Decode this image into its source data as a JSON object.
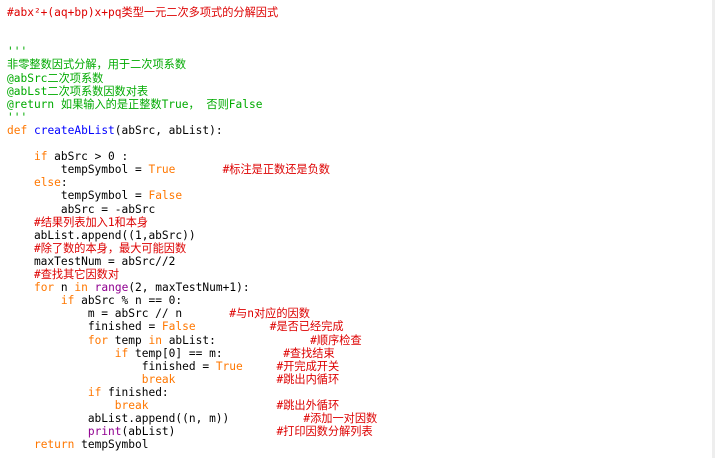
{
  "lines": [
    [
      {
        "t": "#abx²+(aq+bp)x+pq类型一元二次多项式的分解因式",
        "c": "comment"
      }
    ],
    [],
    [],
    [
      {
        "t": "'''",
        "c": "doc"
      }
    ],
    [
      {
        "t": "非零整数因式分解，用于二次项系数",
        "c": "doc"
      }
    ],
    [
      {
        "t": "@abSrc二次项系数",
        "c": "doc"
      }
    ],
    [
      {
        "t": "@abLst二次项系数因数对表",
        "c": "doc"
      }
    ],
    [
      {
        "t": "@return 如果输入的是正整数True， 否则False",
        "c": "doc"
      }
    ],
    [
      {
        "t": "'''",
        "c": "doc"
      }
    ],
    [
      {
        "t": "def",
        "c": "kw"
      },
      {
        "t": " "
      },
      {
        "t": "createAbList",
        "c": "name"
      },
      {
        "t": "(abSrc, abList):"
      }
    ],
    [],
    [
      {
        "t": "    "
      },
      {
        "t": "if",
        "c": "kw"
      },
      {
        "t": " abSrc > 0 :"
      }
    ],
    [
      {
        "t": "        tempSymbol = "
      },
      {
        "t": "True",
        "c": "kw"
      },
      {
        "t": "       "
      },
      {
        "t": "#标注是正数还是负数",
        "c": "comment"
      }
    ],
    [
      {
        "t": "    "
      },
      {
        "t": "else",
        "c": "kw"
      },
      {
        "t": ":"
      }
    ],
    [
      {
        "t": "        tempSymbol = "
      },
      {
        "t": "False",
        "c": "kw"
      }
    ],
    [
      {
        "t": "        abSrc = -abSrc"
      }
    ],
    [
      {
        "t": "    "
      },
      {
        "t": "#结果列表加入1和本身",
        "c": "comment"
      }
    ],
    [
      {
        "t": "    abList.append((1,abSrc))"
      }
    ],
    [
      {
        "t": "    "
      },
      {
        "t": "#除了数的本身，最大可能因数",
        "c": "comment"
      }
    ],
    [
      {
        "t": "    maxTestNum = abSrc//2"
      }
    ],
    [
      {
        "t": "    "
      },
      {
        "t": "#查找其它因数对",
        "c": "comment"
      }
    ],
    [
      {
        "t": "    "
      },
      {
        "t": "for",
        "c": "kw"
      },
      {
        "t": " n "
      },
      {
        "t": "in",
        "c": "kw"
      },
      {
        "t": " "
      },
      {
        "t": "range",
        "c": "builtin"
      },
      {
        "t": "(2, maxTestNum+1):"
      }
    ],
    [
      {
        "t": "        "
      },
      {
        "t": "if",
        "c": "kw"
      },
      {
        "t": " abSrc % n == 0:"
      }
    ],
    [
      {
        "t": "            m = abSrc // n       "
      },
      {
        "t": "#与n对应的因数",
        "c": "comment"
      }
    ],
    [
      {
        "t": "            finished = "
      },
      {
        "t": "False",
        "c": "kw"
      },
      {
        "t": "           "
      },
      {
        "t": "#是否已经完成",
        "c": "comment"
      }
    ],
    [
      {
        "t": "            "
      },
      {
        "t": "for",
        "c": "kw"
      },
      {
        "t": " temp "
      },
      {
        "t": "in",
        "c": "kw"
      },
      {
        "t": " abList:              "
      },
      {
        "t": "#顺序检查",
        "c": "comment"
      }
    ],
    [
      {
        "t": "                "
      },
      {
        "t": "if",
        "c": "kw"
      },
      {
        "t": " temp[0] == m:         "
      },
      {
        "t": "#查找结束",
        "c": "comment"
      }
    ],
    [
      {
        "t": "                    finished = "
      },
      {
        "t": "True",
        "c": "kw"
      },
      {
        "t": "     "
      },
      {
        "t": "#开完成开关",
        "c": "comment"
      }
    ],
    [
      {
        "t": "                    "
      },
      {
        "t": "break",
        "c": "kw"
      },
      {
        "t": "               "
      },
      {
        "t": "#跳出内循环",
        "c": "comment"
      }
    ],
    [
      {
        "t": "            "
      },
      {
        "t": "if",
        "c": "kw"
      },
      {
        "t": " finished:"
      }
    ],
    [
      {
        "t": "                "
      },
      {
        "t": "break",
        "c": "kw"
      },
      {
        "t": "                   "
      },
      {
        "t": "#跳出外循环",
        "c": "comment"
      }
    ],
    [
      {
        "t": "            abList.append((n, m))           "
      },
      {
        "t": "#添加一对因数",
        "c": "comment"
      }
    ],
    [
      {
        "t": "            "
      },
      {
        "t": "print",
        "c": "builtin"
      },
      {
        "t": "(abList)               "
      },
      {
        "t": "#打印因数分解列表",
        "c": "comment"
      }
    ],
    [
      {
        "t": "    "
      },
      {
        "t": "return",
        "c": "kw"
      },
      {
        "t": " tempSymbol"
      }
    ]
  ]
}
